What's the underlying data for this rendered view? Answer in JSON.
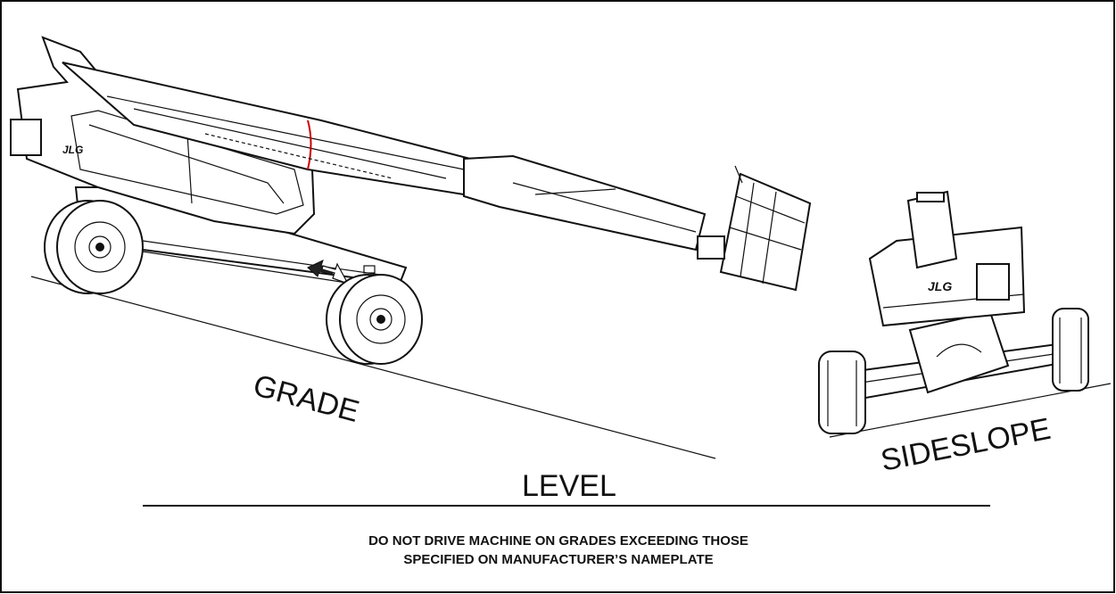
{
  "diagram": {
    "labels": {
      "grade": "GRADE",
      "level": "LEVEL",
      "sideslope": "SIDESLOPE"
    },
    "warning": {
      "line1": "DO NOT DRIVE MACHINE ON GRADES  EXCEEDING THOSE",
      "line2": "SPECIFIED ON MANUFACTURER’S NAMEPLATE"
    },
    "brand": "JLG"
  }
}
